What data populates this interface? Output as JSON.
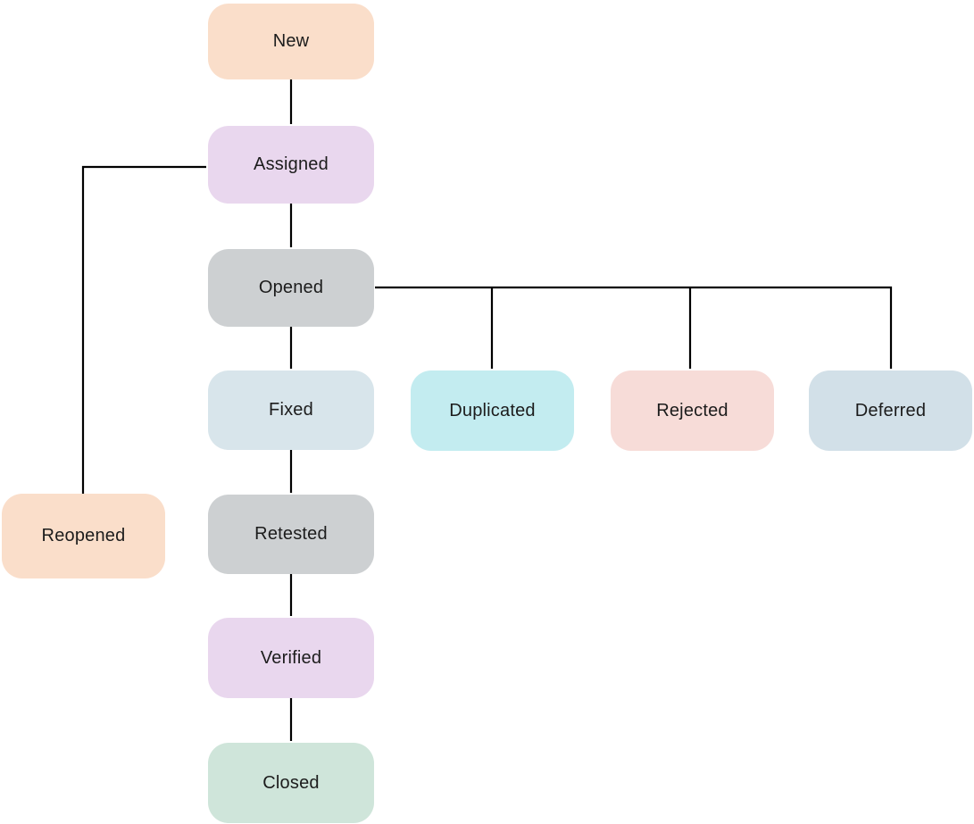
{
  "diagram": {
    "type": "flowchart",
    "description": "Defect state flow diagram",
    "background": "#ffffff",
    "edge_color": "#000000"
  },
  "nodes": {
    "new": {
      "label": "New",
      "fill": "#fadeca"
    },
    "assigned": {
      "label": "Assigned",
      "fill": "#e9d7ee"
    },
    "opened": {
      "label": "Opened",
      "fill": "#cdd0d2"
    },
    "fixed": {
      "label": "Fixed",
      "fill": "#d8e5eb"
    },
    "duplicated": {
      "label": "Duplicated",
      "fill": "#c3ecf0"
    },
    "rejected": {
      "label": "Rejected",
      "fill": "#f7dcd8"
    },
    "deferred": {
      "label": "Deferred",
      "fill": "#d2e0e8"
    },
    "retested": {
      "label": "Retested",
      "fill": "#cdd0d2"
    },
    "verified": {
      "label": "Verified",
      "fill": "#e9d7ee"
    },
    "reopened": {
      "label": "Reopened",
      "fill": "#fadeca"
    },
    "closed": {
      "label": "Closed",
      "fill": "#cfe5da"
    }
  },
  "edges": [
    {
      "from": "New",
      "to": "Assigned"
    },
    {
      "from": "Assigned",
      "to": "Opened"
    },
    {
      "from": "Opened",
      "to": "Fixed"
    },
    {
      "from": "Opened",
      "to": "Duplicated"
    },
    {
      "from": "Opened",
      "to": "Rejected"
    },
    {
      "from": "Opened",
      "to": "Deferred"
    },
    {
      "from": "Fixed",
      "to": "Retested"
    },
    {
      "from": "Retested",
      "to": "Verified"
    },
    {
      "from": "Verified",
      "to": "Closed"
    },
    {
      "from": "Reopened",
      "to": "Assigned"
    }
  ]
}
